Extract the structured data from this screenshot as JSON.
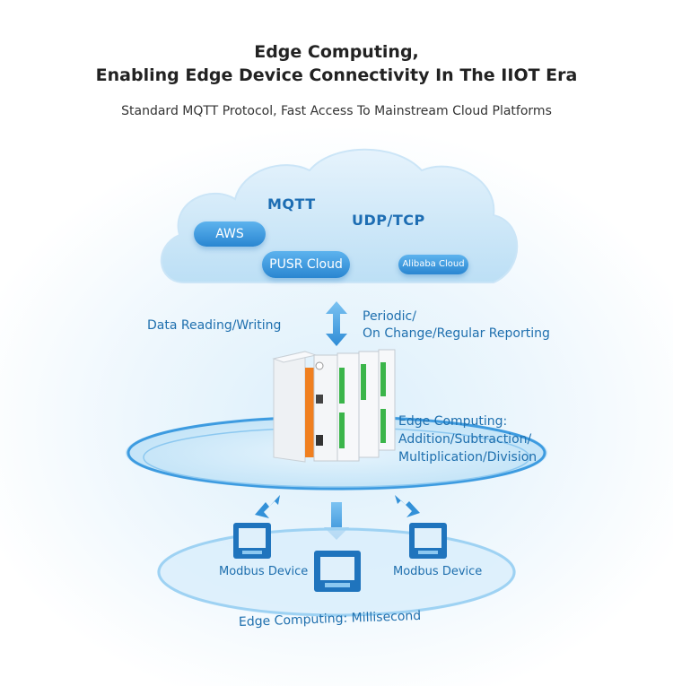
{
  "header": {
    "title_line1": "Edge Computing,",
    "title_line2": "Enabling Edge Device Connectivity In The IIOT Era",
    "subtitle": "Standard MQTT Protocol, Fast Access To Mainstream Cloud Platforms"
  },
  "cloud": {
    "protocols": [
      "MQTT",
      "UDP/TCP"
    ],
    "platforms": [
      "AWS",
      "PUSR Cloud",
      "Alibaba Cloud"
    ]
  },
  "labels": {
    "data_rw": "Data Reading/Writing",
    "reporting_line1": "Periodic/",
    "reporting_line2": "On Change/Regular Reporting",
    "edge_line1": "Edge Computing:",
    "edge_line2": "Addition/Subtraction/",
    "edge_line3": "Multiplication/Division",
    "millisecond": "Edge Computing: Millisecond"
  },
  "devices": {
    "left": "Modbus Device",
    "right": "Modbus Device"
  },
  "colors": {
    "accent": "#1e6fae",
    "pill": "#3d9be0",
    "cloud": "#cfe8f8",
    "gateway_orange": "#f07f1f",
    "terminal_green": "#3bb54a"
  }
}
